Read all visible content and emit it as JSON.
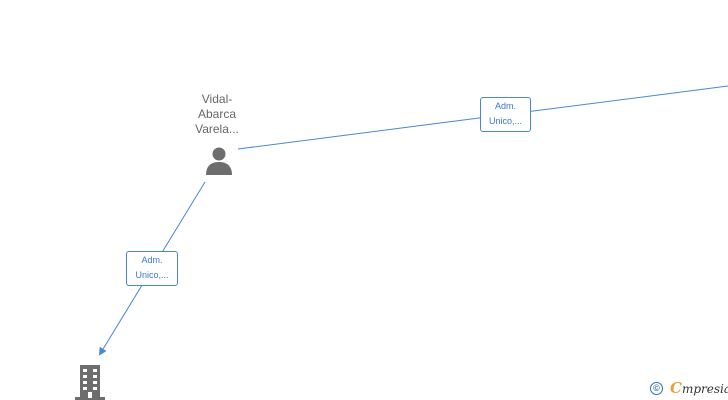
{
  "nodes": {
    "person": {
      "name_lines": [
        "Vidal-",
        "Abarca",
        "Varela..."
      ],
      "icon": "person-icon"
    },
    "company": {
      "icon": "building-icon"
    }
  },
  "edges": [
    {
      "id": "edge-right",
      "label_lines": [
        "Adm.",
        "Unico,..."
      ]
    },
    {
      "id": "edge-down",
      "label_lines": [
        "Adm.",
        "Unico,..."
      ]
    }
  ],
  "colors": {
    "edge": "#4a86d6",
    "node_icon": "#6d6d6d",
    "brand": "#e8a23a"
  },
  "footer": {
    "copyright_symbol": "©",
    "brand_initial": "C",
    "brand_rest": "mpresia"
  }
}
